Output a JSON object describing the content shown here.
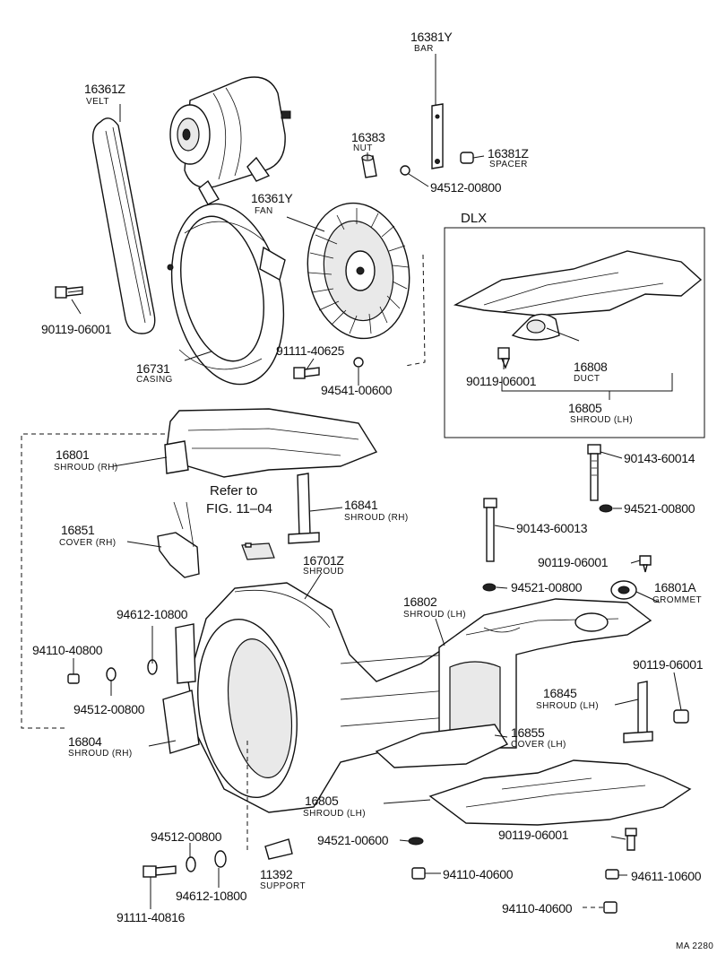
{
  "group_label": "DLX",
  "refer_note": {
    "line1": "Refer to",
    "line2": "FIG. 11–04"
  },
  "footer_code": "MA 2280",
  "callouts": [
    {
      "id": "c01",
      "pn": "16381Y",
      "name": "BAR"
    },
    {
      "id": "c02",
      "pn": "16361Z",
      "name": "VELT"
    },
    {
      "id": "c03",
      "pn": "16383",
      "name": "NUT"
    },
    {
      "id": "c04",
      "pn": "16381Z",
      "name": "SPACER"
    },
    {
      "id": "c05",
      "pn": "94512-00800",
      "name": ""
    },
    {
      "id": "c06",
      "pn": "16361Y",
      "name": "FAN"
    },
    {
      "id": "c07",
      "pn": "90119-06001",
      "name": ""
    },
    {
      "id": "c08",
      "pn": "91111-40625",
      "name": ""
    },
    {
      "id": "c09",
      "pn": "16731",
      "name": "CASING"
    },
    {
      "id": "c10",
      "pn": "94541-00600",
      "name": ""
    },
    {
      "id": "c11",
      "pn": "90119-06001",
      "name": ""
    },
    {
      "id": "c12",
      "pn": "16808",
      "name": "DUCT"
    },
    {
      "id": "c13",
      "pn": "16805",
      "name": "SHROUD (LH)"
    },
    {
      "id": "c14",
      "pn": "16801",
      "name": "SHROUD (RH)"
    },
    {
      "id": "c15",
      "pn": "90143-60014",
      "name": ""
    },
    {
      "id": "c16",
      "pn": "16841",
      "name": "SHROUD (RH)"
    },
    {
      "id": "c17",
      "pn": "94521-00800",
      "name": ""
    },
    {
      "id": "c18",
      "pn": "16851",
      "name": "COVER (RH)"
    },
    {
      "id": "c19",
      "pn": "90143-60013",
      "name": ""
    },
    {
      "id": "c20",
      "pn": "90119-06001",
      "name": ""
    },
    {
      "id": "c21",
      "pn": "16701Z",
      "name": "SHROUD"
    },
    {
      "id": "c22",
      "pn": "94521-00800",
      "name": ""
    },
    {
      "id": "c23",
      "pn": "16801A",
      "name": "GROMMET"
    },
    {
      "id": "c24",
      "pn": "94612-10800",
      "name": ""
    },
    {
      "id": "c25",
      "pn": "16802",
      "name": "SHROUD (LH)"
    },
    {
      "id": "c26",
      "pn": "94110-40800",
      "name": ""
    },
    {
      "id": "c27",
      "pn": "90119-06001",
      "name": ""
    },
    {
      "id": "c28",
      "pn": "94512-00800",
      "name": ""
    },
    {
      "id": "c29",
      "pn": "16845",
      "name": "SHROUD (LH)"
    },
    {
      "id": "c30",
      "pn": "16804",
      "name": "SHROUD (RH)"
    },
    {
      "id": "c31",
      "pn": "16855",
      "name": "COVER (LH)"
    },
    {
      "id": "c32",
      "pn": "16805",
      "name": "SHROUD (LH)"
    },
    {
      "id": "c33",
      "pn": "94512-00800",
      "name": ""
    },
    {
      "id": "c34",
      "pn": "94521-00600",
      "name": ""
    },
    {
      "id": "c35",
      "pn": "90119-06001",
      "name": ""
    },
    {
      "id": "c36",
      "pn": "11392",
      "name": "SUPPORT"
    },
    {
      "id": "c37",
      "pn": "94612-10800",
      "name": ""
    },
    {
      "id": "c38",
      "pn": "94110-40600",
      "name": ""
    },
    {
      "id": "c39",
      "pn": "94611-10600",
      "name": ""
    },
    {
      "id": "c40",
      "pn": "91111-40816",
      "name": ""
    },
    {
      "id": "c41",
      "pn": "94110-40600",
      "name": ""
    }
  ]
}
